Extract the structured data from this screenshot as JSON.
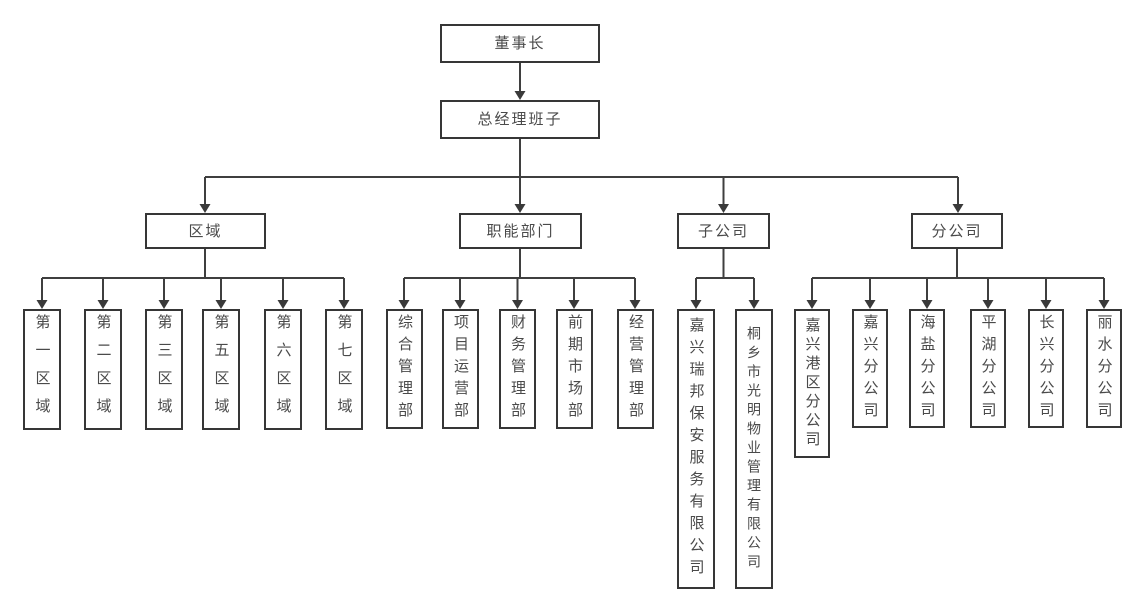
{
  "org": {
    "chairman": "董事长",
    "gm_team": "总经理班子",
    "groups": [
      {
        "label": "区域",
        "children": [
          "第一区域",
          "第二区域",
          "第三区域",
          "第五区域",
          "第六区域",
          "第七区域"
        ]
      },
      {
        "label": "职能部门",
        "children": [
          "综合管理部",
          "项目运营部",
          "财务管理部",
          "前期市场部",
          "经营管理部"
        ]
      },
      {
        "label": "子公司",
        "children": [
          "嘉兴瑞邦保安服务有限公司",
          "桐乡市光明物业管理有限公司"
        ]
      },
      {
        "label": "分公司",
        "children": [
          "嘉兴港区分公司",
          "嘉兴分公司",
          "海盐分公司",
          "平湖分公司",
          "长兴分公司",
          "丽水分公司"
        ]
      }
    ]
  },
  "colors": {
    "line": "#3f3f3f",
    "box_border": "#363636",
    "text": "#4a4a4a",
    "background": "#ffffff"
  }
}
